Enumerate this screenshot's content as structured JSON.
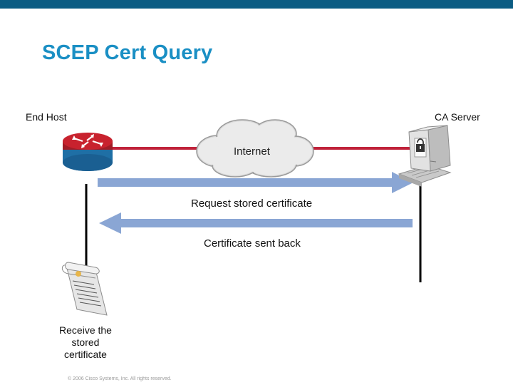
{
  "title": "SCEP Cert Query",
  "nodes": {
    "end_host": "End Host",
    "ca_server": "CA Server",
    "internet": "Internet"
  },
  "messages": {
    "request": "Request stored certificate",
    "response": "Certificate sent back"
  },
  "receive_label": "Receive the stored certificate",
  "footer": "© 2006 Cisco Systems, Inc. All rights reserved.",
  "colors": {
    "title": "#1a8fc4",
    "top_bar": "#0b5c83",
    "link_line": "#c0223a",
    "arrow": "#8aa6d4",
    "router": "#c8222e"
  }
}
